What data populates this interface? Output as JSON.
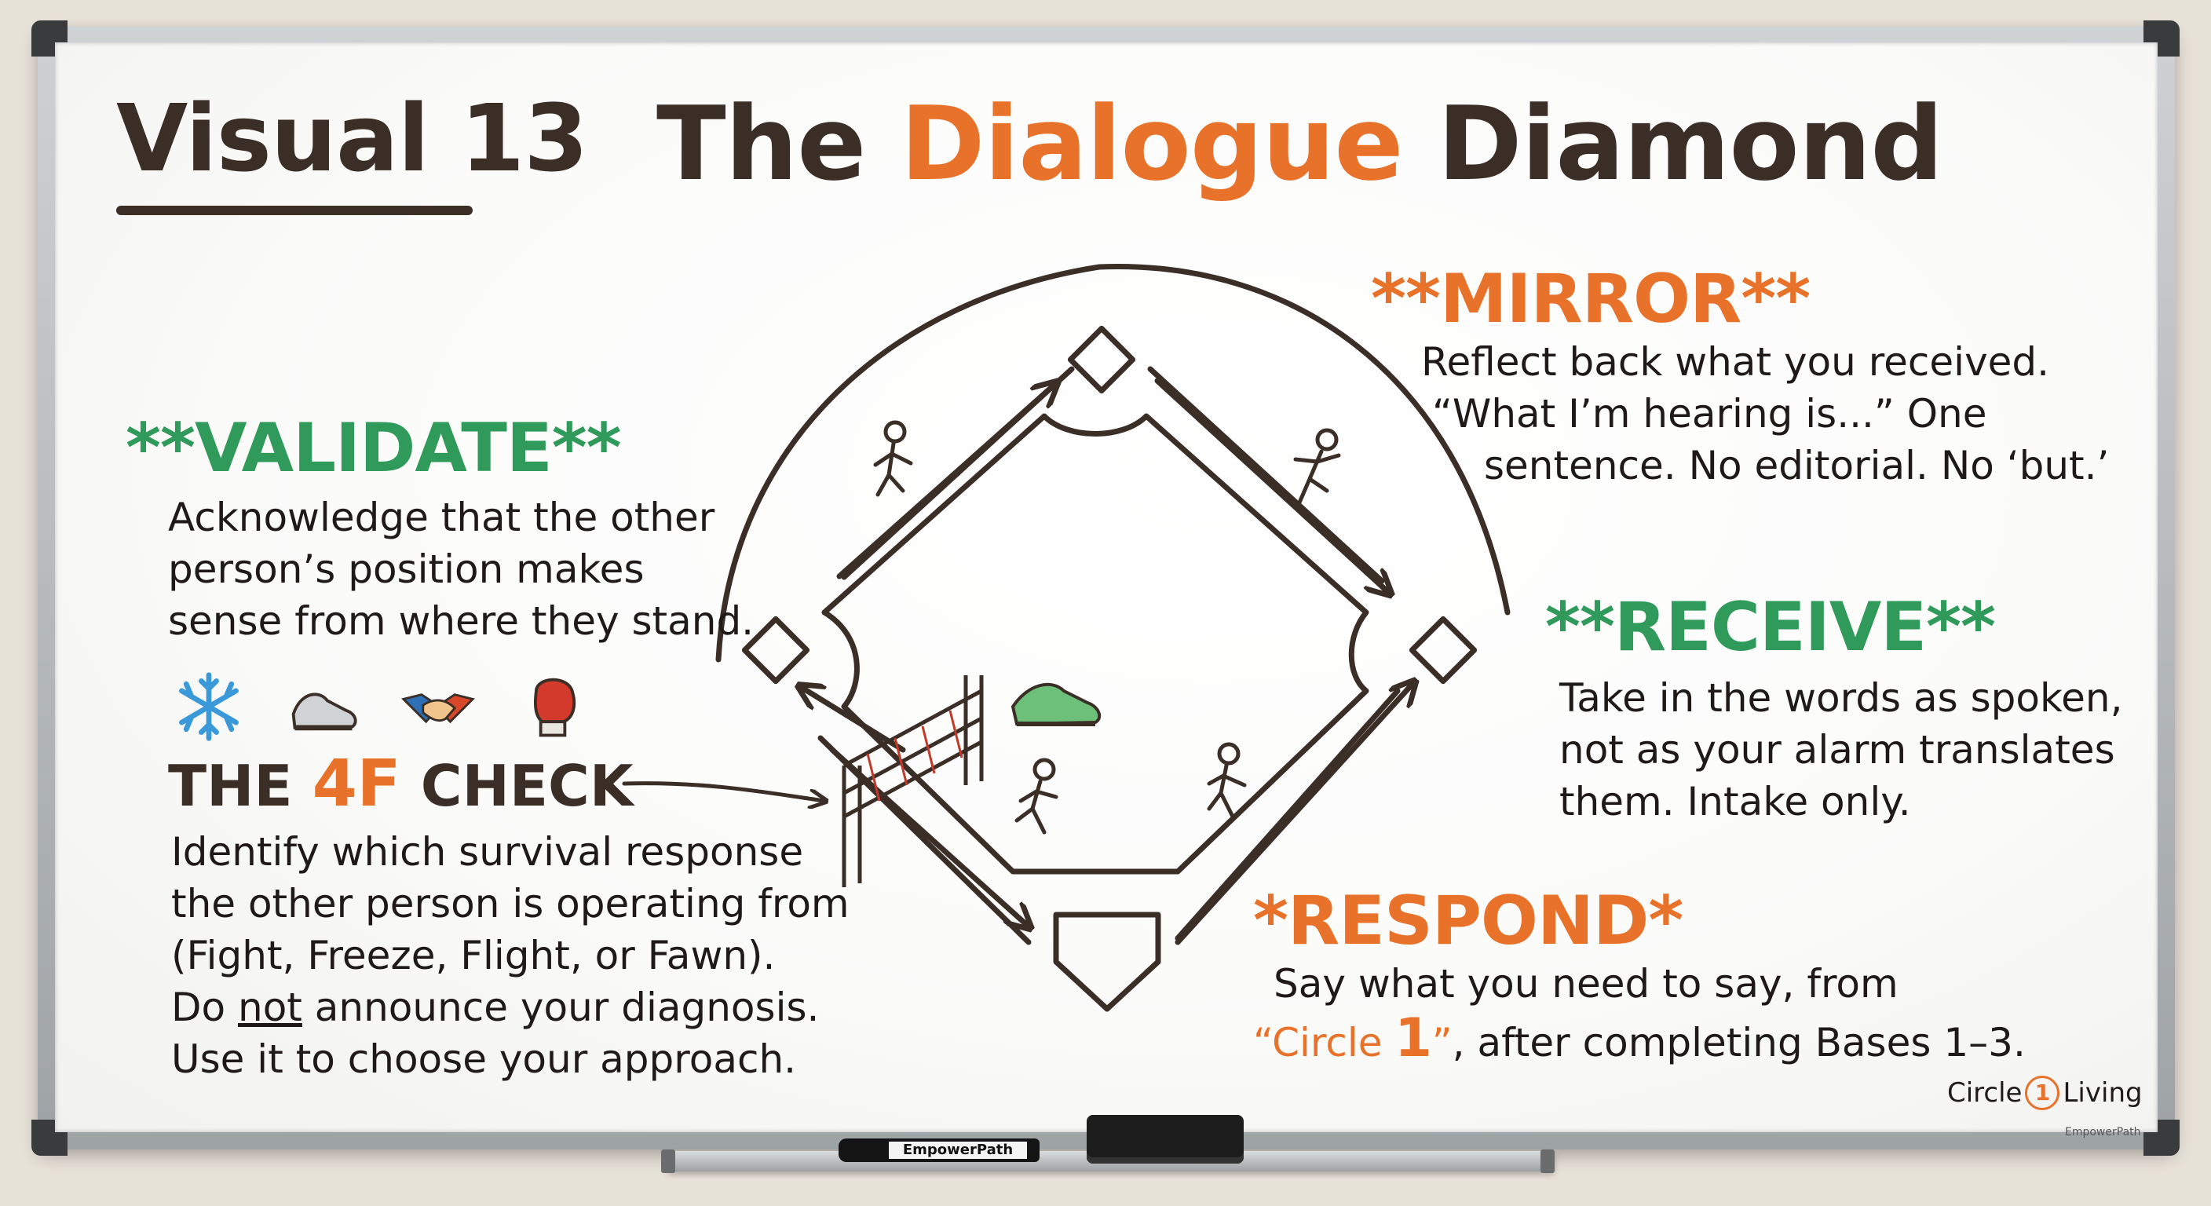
{
  "visual_label": "Visual 13",
  "title": {
    "part1": "The ",
    "accent": "Dialogue",
    "part2": " Diamond"
  },
  "colors": {
    "ink": "#3b2e27",
    "orange": "#e8722a",
    "green": "#2f9a5a"
  },
  "validate": {
    "heading": "**VALIDATE**",
    "lines": [
      "Acknowledge that the other",
      "person’s position makes",
      "sense from where they stand."
    ]
  },
  "mirror": {
    "heading": "**MIRROR**",
    "lines": [
      "Reflect back what you received.",
      "“What I’m hearing is...” One",
      "sentence. No editorial. No ‘but.’"
    ]
  },
  "receive": {
    "heading": "**RECEIVE**",
    "lines": [
      "Take in the words as spoken,",
      "not as your alarm translates",
      "them. Intake only."
    ]
  },
  "respond": {
    "heading": "*RESPOND*",
    "line1": "Say what you need to say, from",
    "quote_open": "“Circle ",
    "quote_num": "1",
    "quote_close": "”",
    "line2_rest": ", after completing Bases 1–3."
  },
  "check": {
    "title_pre": "THE ",
    "title_accent": "4F",
    "title_post": " CHECK",
    "line1": "Identify which survival response",
    "line2": "the other person is operating from",
    "line3": "(Fight, Freeze, Flight, or Fawn).",
    "line4_pre": "Do ",
    "line4_under": "not",
    "line4_post": " announce your diagnosis.",
    "line5": "Use it to choose your approach.",
    "icons": [
      "snowflake-icon",
      "running-shoe-icon",
      "handshake-icon",
      "boxing-glove-icon"
    ]
  },
  "brand": {
    "circle": "Circle",
    "one": "1",
    "living": "Living",
    "sub": "EmpowerPath"
  },
  "marker_label": "EmpowerPath"
}
